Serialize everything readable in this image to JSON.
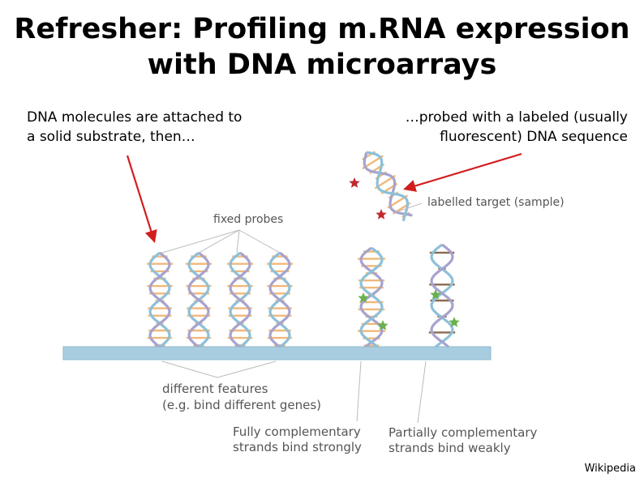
{
  "slide": {
    "title_line1": "Refresher:  Profiling m.RNA expression",
    "title_line2": "with DNA microarrays",
    "left_note_line1": "DNA molecules are attached to",
    "left_note_line2": "a solid substrate, then…",
    "right_note_line1": "…probed with a labeled (usually",
    "right_note_line2": "fluorescent) DNA sequence",
    "credit": "Wikipedia"
  },
  "figure": {
    "fixed_probes": "fixed probes",
    "labelled_target": "labelled target (sample)",
    "features_line1": "different features",
    "features_line2": "(e.g. bind different genes)",
    "full_line1": "Fully complementary",
    "full_line2": "strands bind strongly",
    "partial_line1": "Partially complementary",
    "partial_line2": "strands bind weakly"
  },
  "colors": {
    "arrow": "#d21e1e",
    "strand_blue": "#8dc0d8",
    "strand_purple": "#a6a3cf",
    "rung_orange": "#f0b87a",
    "rung_brown": "#8a6a50",
    "substrate": "#a9cde0",
    "fluor_red": "#c0282e",
    "fluor_green": "#6ab04c"
  }
}
